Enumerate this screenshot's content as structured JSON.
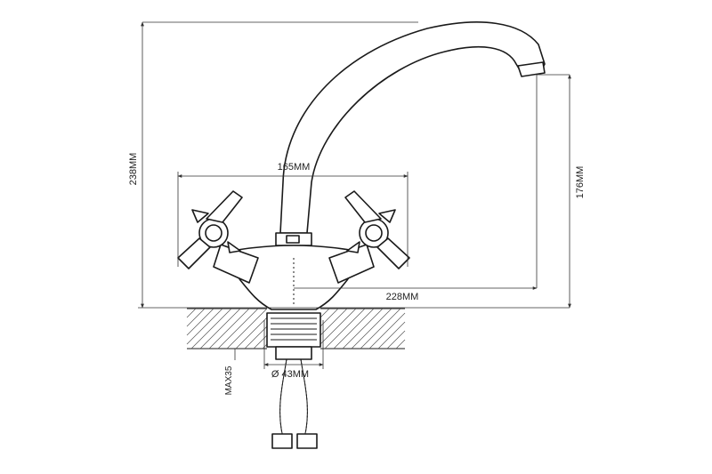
{
  "dimensions": {
    "total_height": "238MM",
    "handle_span": "165MM",
    "spout_height": "176MM",
    "spout_reach": "228MM",
    "mount_diameter": "Ø 43MM",
    "max_thickness": "MAX35"
  },
  "colors": {
    "line": "#1a1a1a",
    "background": "#ffffff"
  }
}
